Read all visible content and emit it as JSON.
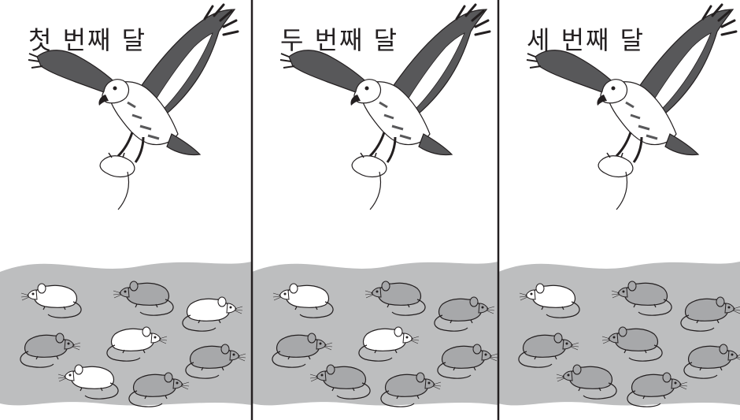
{
  "panels": [
    {
      "title": "첫 번째 달",
      "mice": [
        {
          "color": "white",
          "facing": "left"
        },
        {
          "color": "gray",
          "facing": "left"
        },
        {
          "color": "white",
          "facing": "right"
        },
        {
          "color": "gray",
          "facing": "right"
        },
        {
          "color": "white",
          "facing": "right"
        },
        {
          "color": "gray",
          "facing": "right"
        },
        {
          "color": "white",
          "facing": "left"
        },
        {
          "color": "gray",
          "facing": "right"
        }
      ]
    },
    {
      "title": "두 번째 달",
      "mice": [
        {
          "color": "white",
          "facing": "left"
        },
        {
          "color": "gray",
          "facing": "left"
        },
        {
          "color": "gray",
          "facing": "right"
        },
        {
          "color": "gray",
          "facing": "right"
        },
        {
          "color": "white",
          "facing": "right"
        },
        {
          "color": "gray",
          "facing": "right"
        },
        {
          "color": "gray",
          "facing": "left"
        },
        {
          "color": "gray",
          "facing": "right"
        }
      ]
    },
    {
      "title": "세 번째 달",
      "mice": [
        {
          "color": "white",
          "facing": "left"
        },
        {
          "color": "gray",
          "facing": "left"
        },
        {
          "color": "gray",
          "facing": "right"
        },
        {
          "color": "gray",
          "facing": "right"
        },
        {
          "color": "gray",
          "facing": "left"
        },
        {
          "color": "gray",
          "facing": "right"
        },
        {
          "color": "gray",
          "facing": "left"
        },
        {
          "color": "gray",
          "facing": "right"
        }
      ]
    }
  ],
  "colors": {
    "ground": "#bdbebf",
    "outline": "#231f20",
    "hawk_dark": "#58585a",
    "hawk_light": "#ffffff",
    "mouse_gray": "#a7a8aa",
    "mouse_white": "#ffffff",
    "divider": "#231f20"
  }
}
